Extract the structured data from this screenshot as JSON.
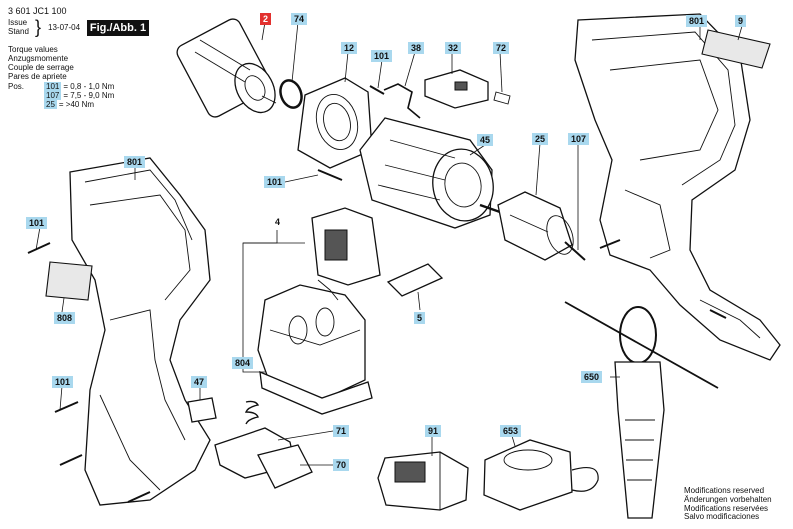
{
  "header": {
    "doc_number": "3 601 JC1 100",
    "issue_label": "Issue",
    "stand_label": "Stand",
    "date": "13-07-04",
    "figure": "Fig./Abb. 1"
  },
  "torque": {
    "titles": [
      "Torque values",
      "Anzugsmomente",
      "Couple de serrage",
      "Pares de apriete"
    ],
    "pos_label": "Pos.",
    "rows": [
      {
        "pos": "101",
        "value": "= 0,8 - 1,0 Nm"
      },
      {
        "pos": "107",
        "value": "= 7,5 - 9,0 Nm"
      },
      {
        "pos": "25",
        "value": "= >40 Nm"
      }
    ]
  },
  "labels": {
    "l2": "2",
    "l74": "74",
    "l12": "12",
    "l101a": "101",
    "l38": "38",
    "l32": "32",
    "l72": "72",
    "l801a": "801",
    "l9": "9",
    "l45": "45",
    "l25": "25",
    "l107": "107",
    "l101b": "101",
    "l801b": "801",
    "l101c": "101",
    "l4": "4",
    "l808": "808",
    "l5": "5",
    "l804": "804",
    "l101d": "101",
    "l47": "47",
    "l71": "71",
    "l70": "70",
    "l91": "91",
    "l653": "653",
    "l650": "650"
  },
  "colors": {
    "callout": "#a9d8ee",
    "highlight": "#e2302e"
  },
  "modifications": [
    "Modifications reserved",
    "Änderungen vorbehalten",
    "Modifications reservées",
    "Salvo modificaciones"
  ]
}
